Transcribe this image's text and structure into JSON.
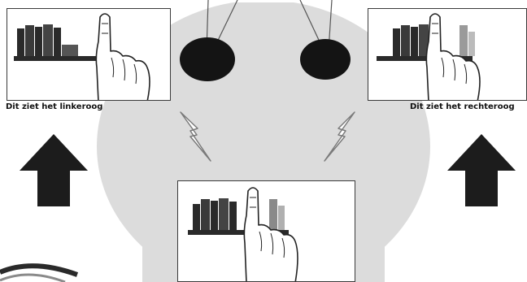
{
  "colors": {
    "background": "#ffffff",
    "head": "#dcdcdc",
    "eye": "#141414",
    "arrow": "#1c1c1c",
    "lightning": "#7a7a7a",
    "book_dark": "#2a2a2a",
    "book_light": "#9a9a9a"
  },
  "captions": {
    "left_eye": "Dit  ziet het linkeroog",
    "right_eye": "Dit  ziet het rechteroog"
  },
  "icons": {
    "eyes": "eye-ellipse",
    "signal": "lightning-bolt",
    "direction": "up-arrow",
    "scene": "bookshelf-with-pointing-hand"
  }
}
